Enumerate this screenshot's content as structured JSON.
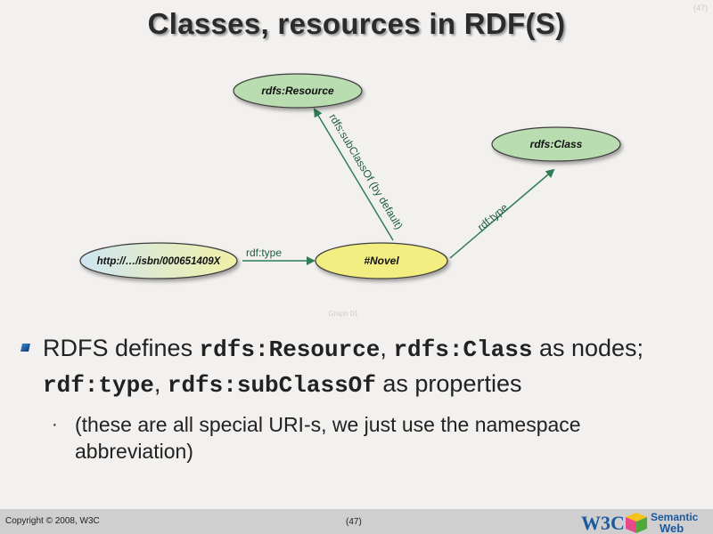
{
  "slide": {
    "title": "Classes, resources in RDF(S)",
    "page_corner": "(47)"
  },
  "diagram": {
    "nodes": {
      "resource": "rdfs:Resource",
      "class": "rdfs:Class",
      "isbn": "http://…/isbn/000651409X",
      "novel": "#Novel"
    },
    "edges": {
      "isbn_to_novel": "rdf:type",
      "novel_to_class": "rdf:type",
      "novel_to_resource": "rdfs:subClassOf (by default)"
    },
    "caption": "Graph 01"
  },
  "bullets": {
    "main_prefix": "RDFS defines ",
    "term1": "rdfs:Resource",
    "sep1": ", ",
    "term2": "rdfs:Class",
    "mid": " as nodes; ",
    "term3": "rdf:type",
    "sep2": ", ",
    "term4": "rdfs:subClassOf",
    "suffix": " as properties",
    "sub_marker": "·",
    "sub": "(these are all special URI-s, we just use the namespace abbreviation)"
  },
  "footer": {
    "copyright": "Copyright © 2008, W3C",
    "page": "(47)",
    "logo_w3c": "W3C",
    "logo_semantic": "Semantic",
    "logo_web": "Web"
  },
  "colors": {
    "background": "#f3f1ef",
    "node_green": "#b9dcb1",
    "node_yellow": "#f3ee82",
    "node_isbn_start": "#cfe6f1",
    "node_isbn_end": "#f1f0a8",
    "arrow": "#2f7d57",
    "footer": "#cfcfcf"
  }
}
